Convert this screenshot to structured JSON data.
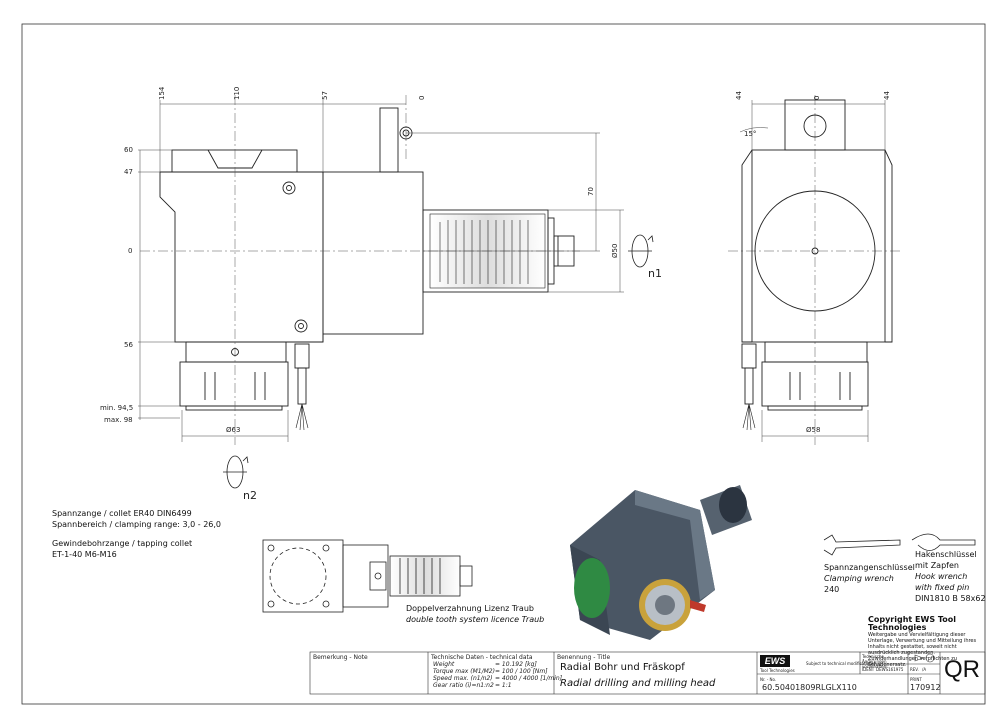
{
  "dims": {
    "top_154": "154",
    "top_110": "110",
    "top_57": "57",
    "top_0": "0",
    "left_60": "60",
    "left_47": "47",
    "left_0": "0",
    "left_56": "56",
    "min": "min. 94,5",
    "max": "max. 98",
    "d63": "Ø63",
    "d50": "Ø50",
    "d58": "Ø58",
    "v70": "70",
    "n1": "n1",
    "n2": "n2",
    "r_44a": "44",
    "r_0": "0",
    "r_44b": "44",
    "angle": "15°"
  },
  "collet": {
    "line1": "Spannzange / collet   ER40   DIN6499",
    "line2": "Spannbereich / clamping range: 3,0 - 26,0",
    "line3": "Gewindebohrzange / tapping collet",
    "line4": "ET-1-40   M6-M16"
  },
  "double_tooth": {
    "line1": "Doppelverzahnung Lizenz Traub",
    "line2": "double tooth system licence Traub"
  },
  "wrench1": {
    "line1": "Spannzangenschlüssel",
    "line2": "Clamping wrench",
    "line3": "240"
  },
  "wrench2": {
    "line1": "Hakenschlüssel",
    "line2": "mit Zapfen",
    "line3": "Hook wrench",
    "line4": "with fixed pin",
    "line5": "DIN1810 B 58x62"
  },
  "copyright": {
    "title": "Copyright EWS Tool Technologies",
    "text": "Weitergabe und Vervielfältigung dieser Unterlage, Verwertung und Mitteilung ihres Inhalts nicht gestattet, soweit nicht ausdrücklich zugestanden. Zuwiderhandlungen verpflichten zu Schadenersatz."
  },
  "titleblock": {
    "bemerkung": "Bemerkung - Note",
    "tech_header": "Technische Daten - technical data",
    "rows": [
      {
        "label": "Weight",
        "value": "=  10.192 [kg]"
      },
      {
        "label": "Torque max (M1/M2)",
        "value": "=  100 / 100 [Nm]"
      },
      {
        "label": "Speed max. (n1/n2)",
        "value": "=  4000 / 4000 [1/min]"
      },
      {
        "label": "Gear ratio  (i)=n1:n2",
        "value": "=  1:1"
      }
    ],
    "benennung": "Benennung - Title",
    "title_de": "Radial Bohr und Fräskopf",
    "title_en": "Radial drilling and milling head",
    "logo": "EWS",
    "logo_sub": "Tool Technologies",
    "changes_de": "Technische Änderungen vorbehalten!",
    "changes_en": "Subject to technical modifications!",
    "ident_label": "IDENT",
    "ident_value": "DEWS161975",
    "rev_label": "REV.",
    "rev_value": "/A",
    "nr_label": "Nr. - No.",
    "part_number": "60.50401809RLGLX110",
    "print_label": "PRINT",
    "date": "170912",
    "qr": "QR"
  }
}
